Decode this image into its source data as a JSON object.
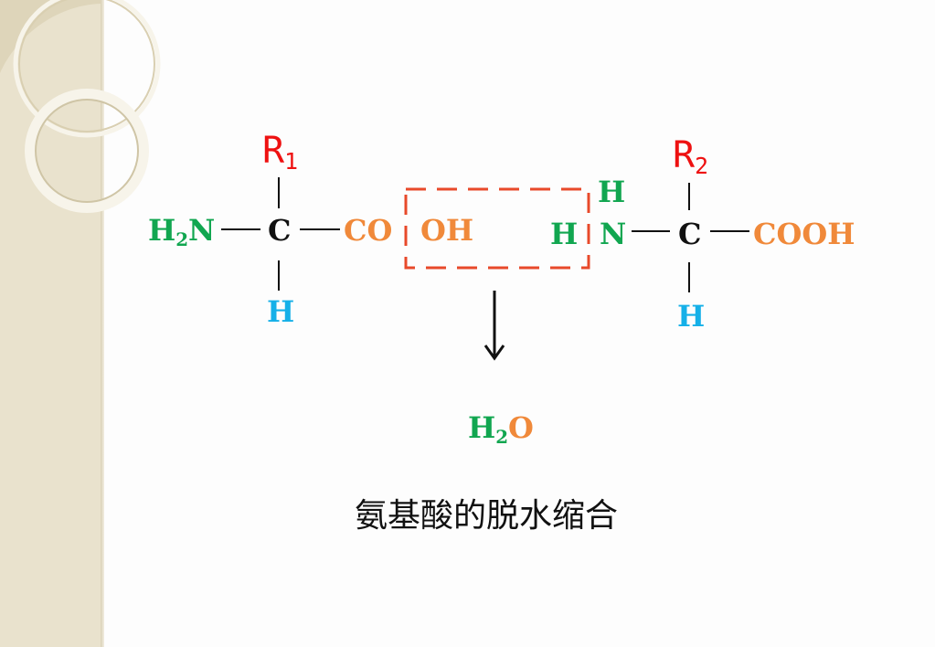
{
  "diagram": {
    "left_aa": {
      "amino": [
        "H",
        "2",
        "N"
      ],
      "carbon": "C",
      "r_group": [
        "R",
        "1"
      ],
      "hydrogen": "H",
      "carboxyl_co": "CO",
      "hydroxyl": "OH"
    },
    "right_aa": {
      "amine_h_top": "H",
      "amine_h_left": "H",
      "nitrogen": "N",
      "carbon": "C",
      "r_group": [
        "R",
        "2"
      ],
      "hydrogen": "H",
      "carboxyl": "COOH"
    },
    "product": [
      "H",
      "2",
      "O"
    ],
    "caption": "氨基酸的脱水缩合"
  },
  "colors": {
    "green": "#11a650",
    "orange": "#f0893a",
    "blue": "#15b0e8",
    "red": "#ee1111",
    "box": "#e8492a",
    "sidebar": "#e9e2cd"
  }
}
